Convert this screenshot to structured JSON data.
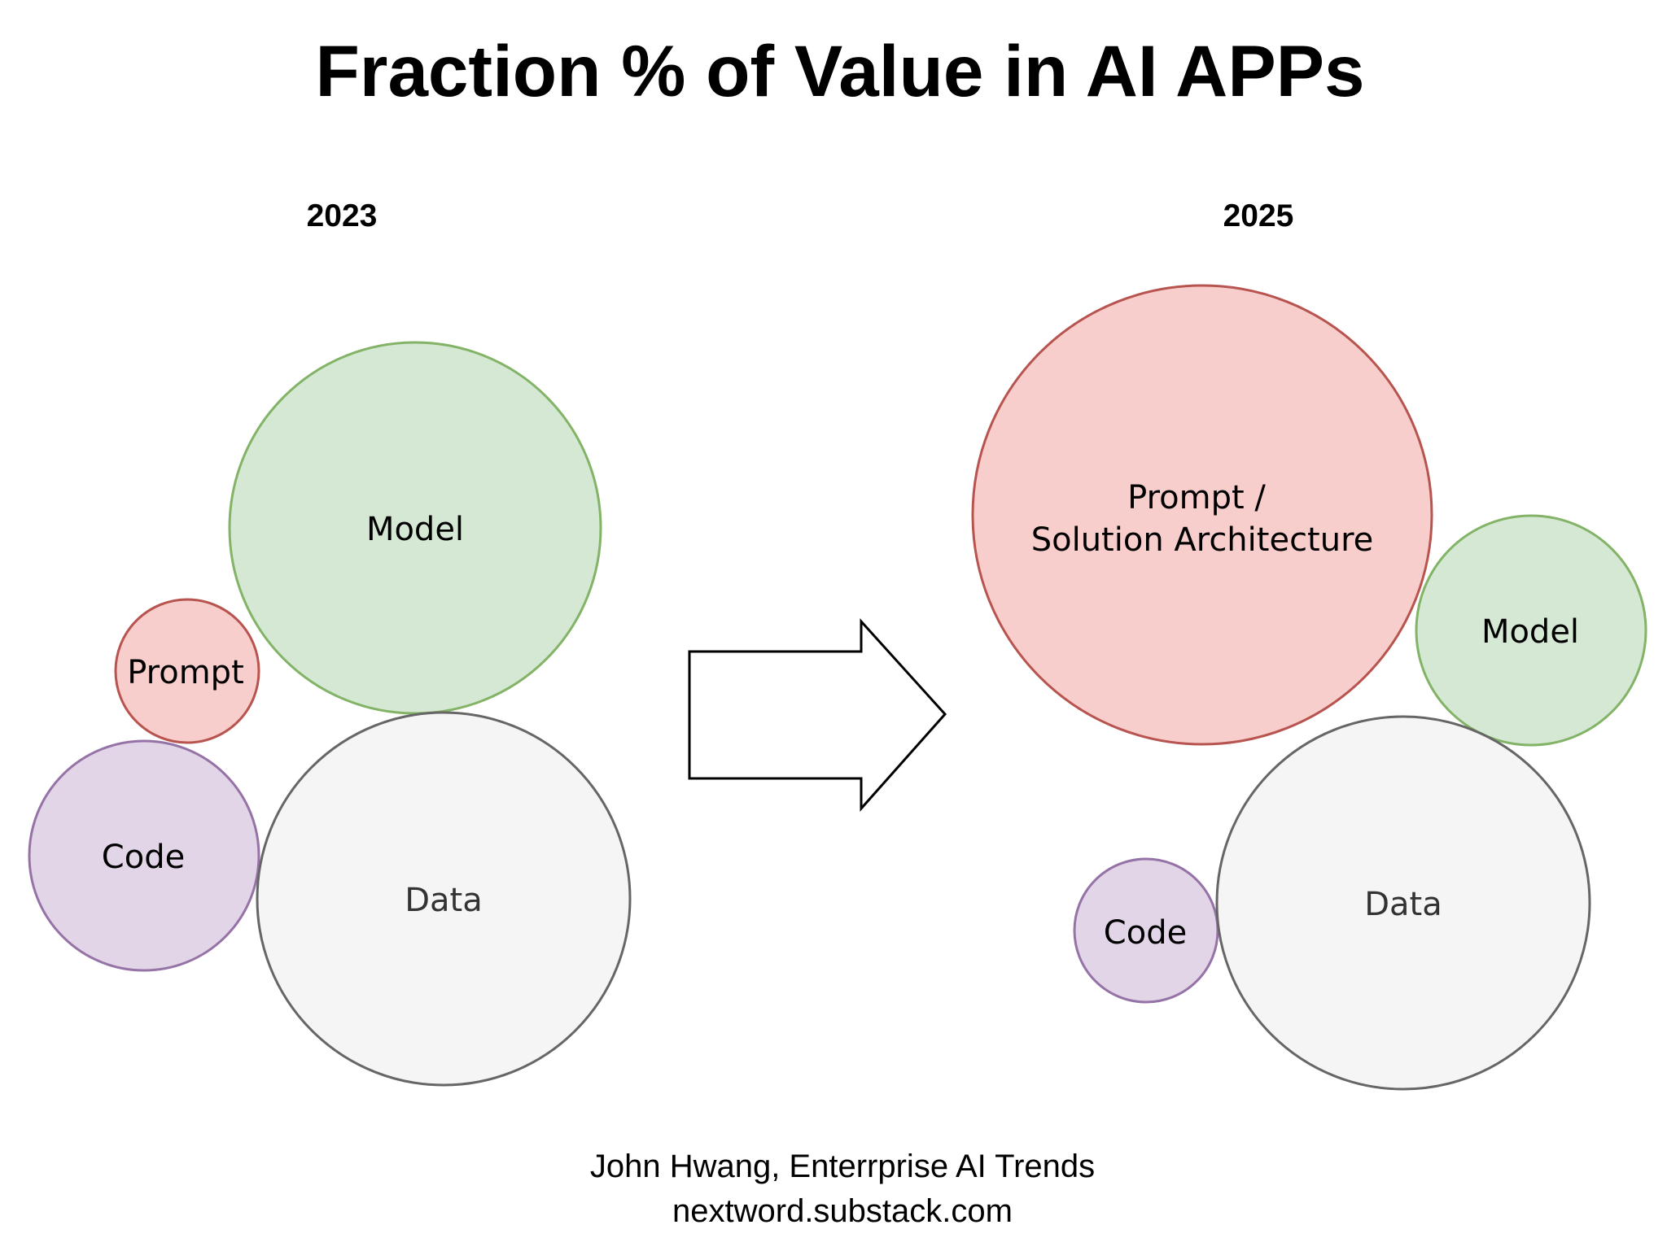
{
  "title": "Fraction % of Value in AI APPs",
  "panels": [
    {
      "year": "2023",
      "bubbles": [
        {
          "label": "Model",
          "fill": "#d5e8d4",
          "stroke": "#82b366"
        },
        {
          "label": "Prompt",
          "fill": "#f8cecc",
          "stroke": "#b85450"
        },
        {
          "label": "Code",
          "fill": "#e1d5e7",
          "stroke": "#9673a6"
        },
        {
          "label": "Data",
          "fill": "#f5f5f5",
          "stroke": "#666666"
        }
      ]
    },
    {
      "year": "2025",
      "bubbles": [
        {
          "label_line1": "Prompt /",
          "label_line2": "Solution Architecture",
          "fill": "#f8cecc",
          "stroke": "#b85450"
        },
        {
          "label": "Model",
          "fill": "#d5e8d4",
          "stroke": "#82b366"
        },
        {
          "label": "Code",
          "fill": "#e1d5e7",
          "stroke": "#9673a6"
        },
        {
          "label": "Data",
          "fill": "#f5f5f5",
          "stroke": "#666666"
        }
      ]
    }
  ],
  "arrow": {
    "fill": "#ffffff",
    "stroke": "#000000",
    "icon": "right-arrow-icon"
  },
  "footer": {
    "author": "John Hwang, Enterrprise AI Trends",
    "site": "nextword.substack.com"
  }
}
